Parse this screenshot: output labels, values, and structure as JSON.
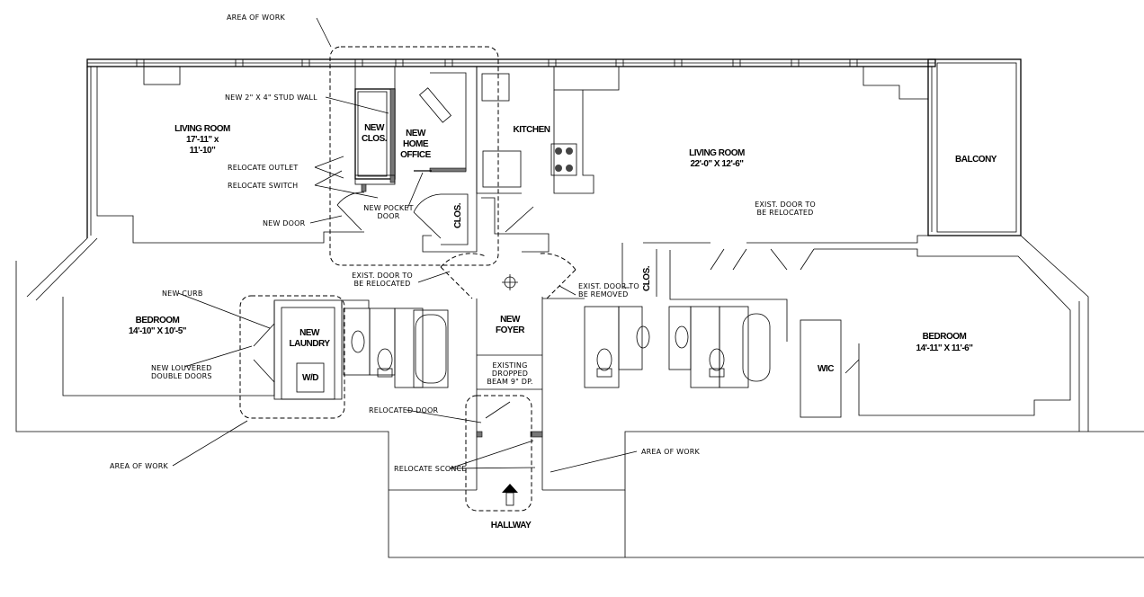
{
  "rooms": {
    "living_left": [
      "LIVING ROOM",
      "17'-11\" x",
      "11'-10\""
    ],
    "new_closet": [
      "NEW",
      "CLOS."
    ],
    "home_office": [
      "NEW",
      "HOME",
      "OFFICE"
    ],
    "kitchen": "KITCHEN",
    "closet_center": "CLOS.",
    "living_right": [
      "LIVING ROOM",
      "22'-0\" X 12'-6\""
    ],
    "balcony": "BALCONY",
    "bedroom_left": [
      "BEDROOM",
      "14'-10\" X 10'-5\""
    ],
    "laundry": [
      "NEW",
      "LAUNDRY"
    ],
    "washer_dryer": "W/D",
    "foyer": [
      "NEW",
      "FOYER"
    ],
    "bedroom_right": [
      "BEDROOM",
      "14'-11\" X 11'-6\""
    ],
    "closet_right": "CLOS.",
    "wic": "WIC",
    "hallway": "HALLWAY"
  },
  "notes": {
    "area_of_work_top": "AREA OF WORK",
    "stud_wall": "NEW 2\" X 4\" STUD WALL",
    "relocate_outlet": "RELOCATE OUTLET",
    "relocate_switch": "RELOCATE SWITCH",
    "pocket_door": [
      "NEW POCKET",
      "DOOR"
    ],
    "new_door": "NEW DOOR",
    "exist_door_relocated_right": [
      "EXIST. DOOR TO",
      "BE RELOCATED"
    ],
    "exist_door_relocated_left": [
      "EXIST. DOOR TO",
      "BE RELOCATED"
    ],
    "exist_door_removed": [
      "EXIST. DOOR TO",
      "BE REMOVED"
    ],
    "new_curb": "NEW CURB",
    "louvered_doors": [
      "NEW LOUVERED",
      "DOUBLE DOORS"
    ],
    "dropped_beam": [
      "EXISTING",
      "DROPPED",
      "BEAM 9\" DP."
    ],
    "relocated_door": "RELOCATED DOOR",
    "relocate_sconce": "RELOCATE SCONCE",
    "area_of_work_left": "AREA OF WORK",
    "area_of_work_right": "AREA OF WORK"
  }
}
